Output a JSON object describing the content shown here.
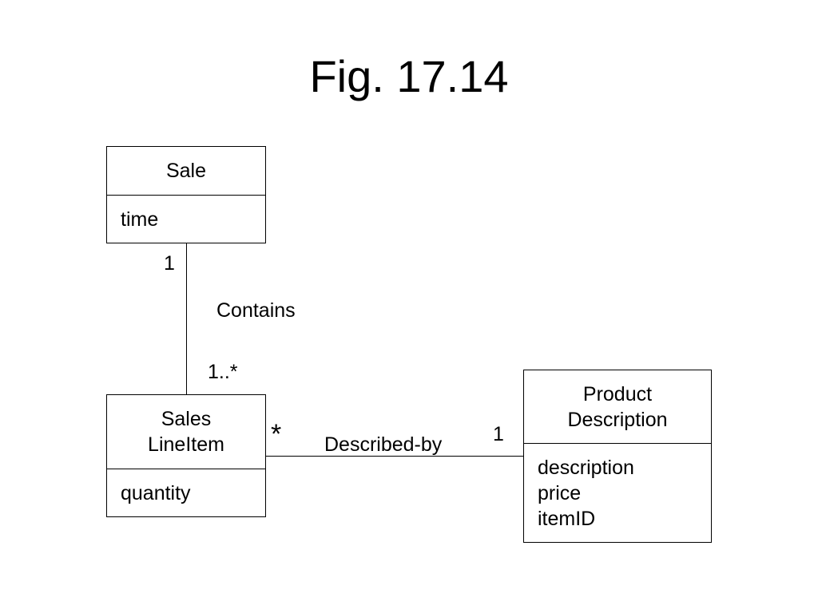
{
  "title": "Fig. 17.14",
  "classes": {
    "sale": {
      "name_lines": [
        "Sale"
      ],
      "attributes": [
        "time"
      ]
    },
    "sales_line_item": {
      "name_lines": [
        "Sales",
        "LineItem"
      ],
      "attributes": [
        "quantity"
      ]
    },
    "product_description": {
      "name_lines": [
        "Product",
        "Description"
      ],
      "attributes": [
        "description",
        "price",
        "itemID"
      ]
    }
  },
  "associations": {
    "contains": {
      "label": "Contains",
      "multiplicity_sale": "1",
      "multiplicity_line_item": "1..*"
    },
    "described_by": {
      "label": "Described-by",
      "multiplicity_line_item": "*",
      "multiplicity_product": "1"
    }
  }
}
